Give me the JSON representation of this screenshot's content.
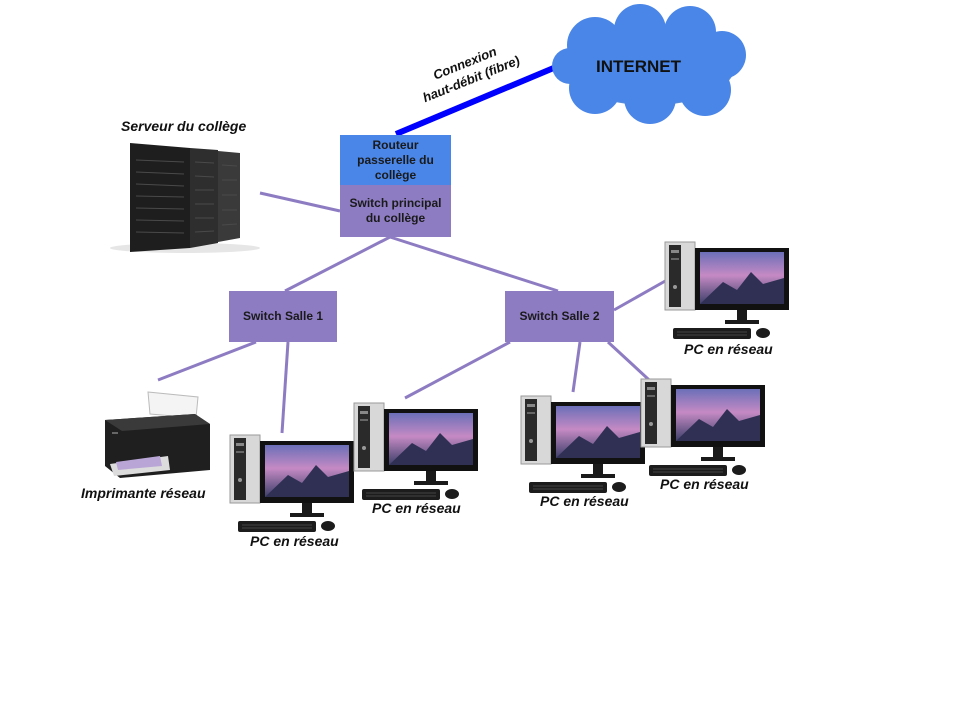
{
  "internet": {
    "label": "INTERNET"
  },
  "fiber_link": {
    "line1": "Connexion",
    "line2": "haut-débit (fibre)"
  },
  "router": {
    "label": "Routeur passerelle du collège"
  },
  "main_switch": {
    "label": "Switch principal du collège"
  },
  "server": {
    "label": "Serveur du collège"
  },
  "switch_room1": {
    "label": "Switch Salle 1"
  },
  "switch_room2": {
    "label": "Switch Salle 2"
  },
  "printer": {
    "label": "Imprimante réseau"
  },
  "pcs": [
    {
      "label": "PC en réseau"
    },
    {
      "label": "PC en réseau"
    },
    {
      "label": "PC en réseau"
    },
    {
      "label": "PC en réseau"
    },
    {
      "label": "PC en réseau"
    }
  ],
  "colors": {
    "cloud": "#4a86e8",
    "router": "#4a86e8",
    "switch": "#8e7cc3",
    "network_link": "#8e7cc3",
    "fiber_link": "#0000ff"
  }
}
